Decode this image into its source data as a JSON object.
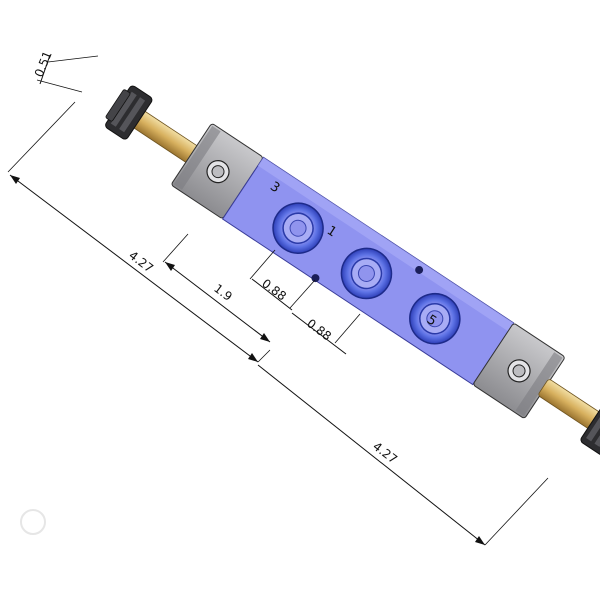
{
  "drawing": {
    "dimensions": {
      "nut_width": "0.51",
      "overall_upper": "4.27",
      "to_center": "1.9",
      "port_pitch_left": "0.88",
      "port_pitch_right": "0.88",
      "overall_lower": "4.27"
    },
    "ports": {
      "port_a": "3",
      "port_b": "1",
      "port_c": "5"
    },
    "colors": {
      "body": "#8f93f0",
      "end_block": "#a7a7aa",
      "piston_rod": "#d7b05e",
      "port_ring": "#3b56d6",
      "nut": "#2d2d30"
    }
  }
}
